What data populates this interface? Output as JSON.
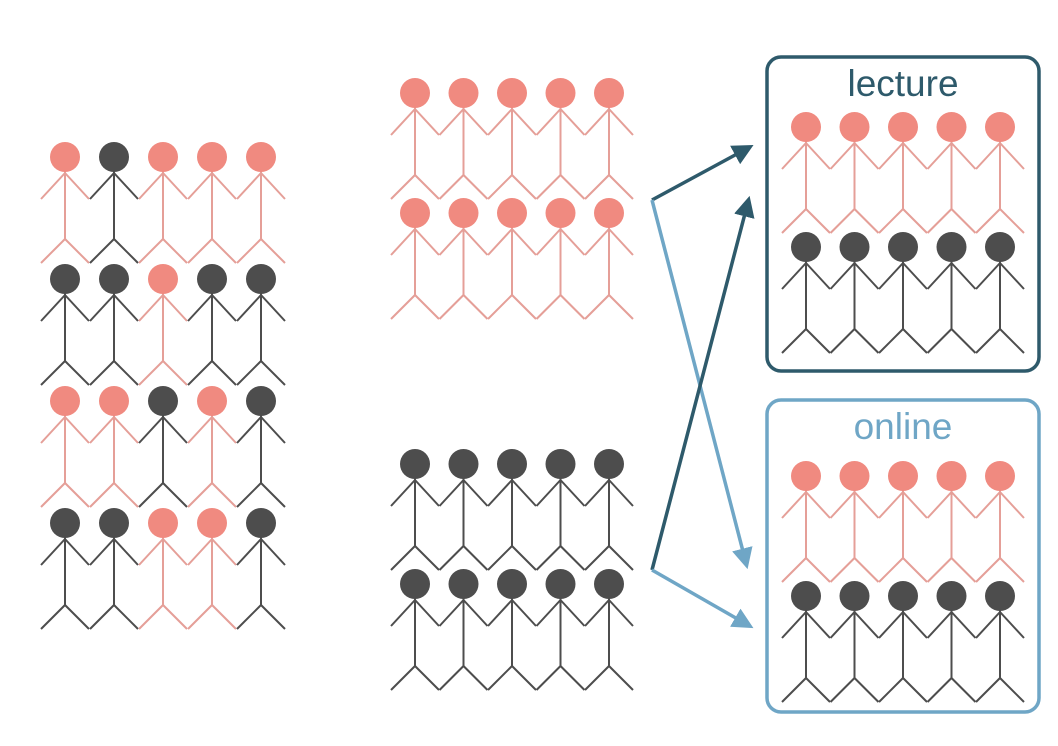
{
  "colors": {
    "pink": "#F08A80",
    "pink_limb": "#E59F98",
    "dark": "#4D4D4D",
    "lecture": "#2E5A6B",
    "online": "#6FA6C6",
    "background": "#FFFFFF"
  },
  "population": {
    "rows": [
      [
        "pink",
        "dark",
        "pink",
        "pink",
        "pink"
      ],
      [
        "dark",
        "dark",
        "pink",
        "dark",
        "dark"
      ],
      [
        "pink",
        "pink",
        "dark",
        "pink",
        "dark"
      ],
      [
        "dark",
        "dark",
        "pink",
        "pink",
        "dark"
      ]
    ]
  },
  "groups": {
    "pink_group": {
      "rows": [
        [
          "pink",
          "pink",
          "pink",
          "pink",
          "pink"
        ],
        [
          "pink",
          "pink",
          "pink",
          "pink",
          "pink"
        ]
      ]
    },
    "dark_group": {
      "rows": [
        [
          "dark",
          "dark",
          "dark",
          "dark",
          "dark"
        ],
        [
          "dark",
          "dark",
          "dark",
          "dark",
          "dark"
        ]
      ]
    }
  },
  "boxes": {
    "lecture": {
      "label": "lecture",
      "rows": [
        [
          "pink",
          "pink",
          "pink",
          "pink",
          "pink"
        ],
        [
          "dark",
          "dark",
          "dark",
          "dark",
          "dark"
        ]
      ]
    },
    "online": {
      "label": "online",
      "rows": [
        [
          "pink",
          "pink",
          "pink",
          "pink",
          "pink"
        ],
        [
          "dark",
          "dark",
          "dark",
          "dark",
          "dark"
        ]
      ]
    }
  },
  "arrows": [
    {
      "from": "pink_group",
      "to": "lecture",
      "color": "lecture"
    },
    {
      "from": "pink_group",
      "to": "online",
      "color": "online"
    },
    {
      "from": "dark_group",
      "to": "lecture",
      "color": "lecture"
    },
    {
      "from": "dark_group",
      "to": "online",
      "color": "online"
    }
  ]
}
